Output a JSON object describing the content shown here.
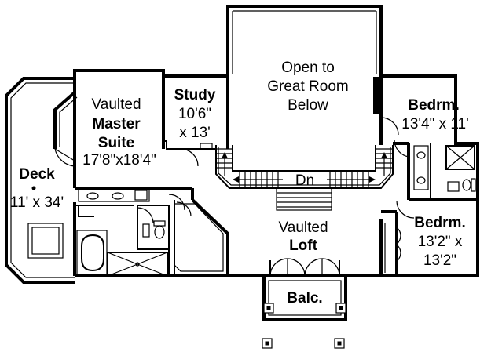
{
  "rooms": {
    "great_room": {
      "line1": "Open to",
      "line2": "Great Room",
      "line3": "Below"
    },
    "study": {
      "name": "Study",
      "dim1": "10'6\"",
      "dim2": "x 13'"
    },
    "master": {
      "prefix": "Vaulted",
      "name1": "Master",
      "name2": "Suite",
      "dims": "17'8\"x18'4\""
    },
    "deck": {
      "name": "Deck",
      "dims": "11' x 34'"
    },
    "bedroom1": {
      "name": "Bedrm.",
      "dims": "13'4\" x 11'"
    },
    "bedroom2": {
      "name": "Bedrm.",
      "dim1": "13'2\" x",
      "dim2": "13'2\""
    },
    "loft": {
      "prefix": "Vaulted",
      "name": "Loft"
    },
    "stairs": {
      "label": "Dn"
    },
    "balcony": {
      "name": "Balc."
    }
  }
}
